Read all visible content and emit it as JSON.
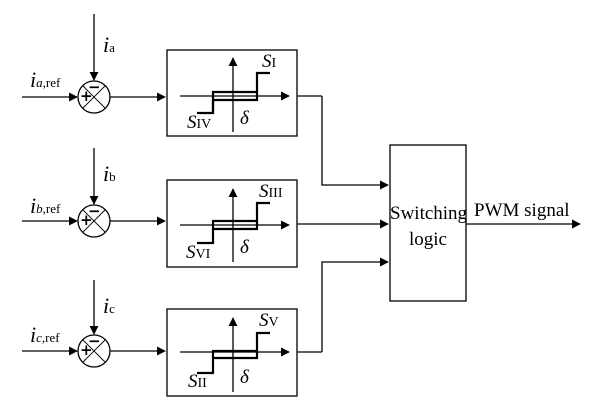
{
  "phases": [
    {
      "measured": {
        "symbol": "i",
        "sub": "a"
      },
      "reference": {
        "symbol": "i",
        "sub_var": "a",
        "sub_text": ",ref"
      },
      "sign_top": "−",
      "sign_left": "+",
      "state_high": {
        "symbol": "S",
        "sub": "I"
      },
      "state_low": {
        "symbol": "S",
        "sub": "IV"
      },
      "band": "δ"
    },
    {
      "measured": {
        "symbol": "i",
        "sub": "b"
      },
      "reference": {
        "symbol": "i",
        "sub_var": "b",
        "sub_text": ",ref"
      },
      "sign_top": "−",
      "sign_left": "+",
      "state_high": {
        "symbol": "S",
        "sub": "III"
      },
      "state_low": {
        "symbol": "S",
        "sub": "VI"
      },
      "band": "δ"
    },
    {
      "measured": {
        "symbol": "i",
        "sub": "c"
      },
      "reference": {
        "symbol": "i",
        "sub_var": "c",
        "sub_text": ",ref"
      },
      "sign_top": "−",
      "sign_left": "+",
      "state_high": {
        "symbol": "S",
        "sub": "V"
      },
      "state_low": {
        "symbol": "S",
        "sub": "II"
      },
      "band": "δ"
    }
  ],
  "switching_block": {
    "line1": "Switching",
    "line2": "logic"
  },
  "output_label": "PWM signal",
  "colors": {
    "stroke": "#000000",
    "background": "#ffffff"
  }
}
